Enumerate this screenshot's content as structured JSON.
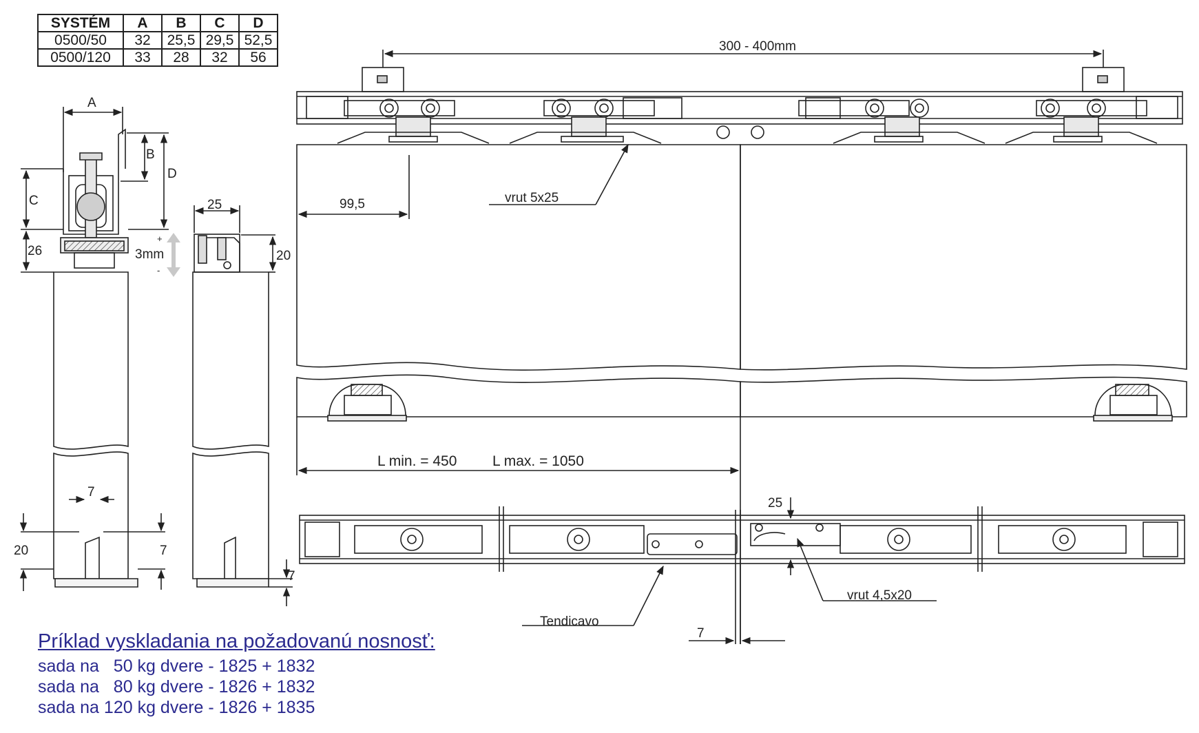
{
  "spec_table": {
    "headers": [
      "SYSTÉM",
      "A",
      "B",
      "C",
      "D"
    ],
    "rows": [
      [
        "0500/50",
        "32",
        "25,5",
        "29,5",
        "52,5"
      ],
      [
        "0500/120",
        "33",
        "28",
        "32",
        "56"
      ]
    ]
  },
  "side_view": {
    "dim_a": "A",
    "dim_b": "B",
    "dim_c": "C",
    "dim_d": "D",
    "dim_26": "26",
    "adjust": "3mm",
    "plus": "+",
    "minus": "-",
    "bottom_7_top": "7",
    "bottom_20": "20",
    "bottom_7_right": "7"
  },
  "narrow_view": {
    "dim_25": "25",
    "dim_20": "20",
    "dim_7": "7"
  },
  "front_view": {
    "span": "300 - 400mm",
    "offset": "99,5",
    "screw": "vrut 5x25",
    "lmin": "L min. = 450",
    "lmax": "L max. = 1050"
  },
  "bottom_view": {
    "dim_25": "25",
    "screw": "vrut 4,5x20",
    "tensioner": "Tendicavo",
    "gap": "7"
  },
  "example": {
    "title": "Príklad vyskladania na požadovanú nosnosť:",
    "lines": [
      "sada na   50 kg dvere - 1825 + 1832",
      "sada na   80 kg dvere - 1826 + 1832",
      "sada na 120 kg dvere - 1826 + 1835"
    ]
  },
  "colors": {
    "line": "#222222",
    "example_text": "#2b2a8f",
    "adjust_arrow": "#c8c8c8"
  }
}
